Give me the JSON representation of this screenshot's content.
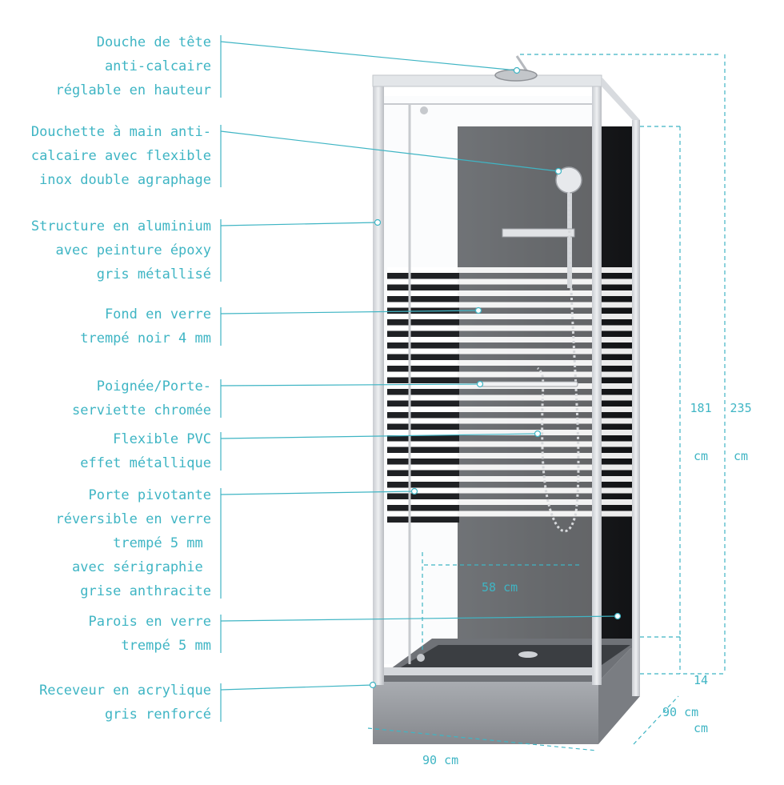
{
  "colors": {
    "accent": "#3fb5c4",
    "frame": "#d6d9de",
    "glass_dark": "#1c1e21",
    "tray": "#9a9da2"
  },
  "callouts": [
    {
      "id": "douche-tete",
      "lines": [
        "Douche de tête",
        "anti-calcaire",
        "réglable en hauteur"
      ]
    },
    {
      "id": "douchette",
      "lines": [
        "Douchette à main anti-",
        "calcaire avec flexible",
        "inox double agraphage"
      ]
    },
    {
      "id": "structure",
      "lines": [
        "Structure en aluminium",
        "avec peinture époxy",
        "gris métallisé"
      ]
    },
    {
      "id": "fond",
      "lines": [
        "Fond en verre",
        "trempé noir 4 mm"
      ]
    },
    {
      "id": "poignee",
      "lines": [
        "Poignée/Porte-",
        "serviette chromée"
      ]
    },
    {
      "id": "flexible",
      "lines": [
        "Flexible PVC",
        "effet métallique"
      ]
    },
    {
      "id": "porte",
      "lines": [
        "Porte pivotante",
        "réversible en verre",
        "trempé 5 mm ",
        "avec sérigraphie ",
        "grise anthracite"
      ]
    },
    {
      "id": "parois",
      "lines": [
        "Parois en verre",
        "trempé 5 mm"
      ]
    },
    {
      "id": "receveur",
      "lines": [
        "Receveur en acrylique",
        "gris renforcé"
      ]
    }
  ],
  "dimensions": {
    "width_front": "90 cm",
    "depth_side": "90 cm",
    "inner_width": "58 cm",
    "wall_height": [
      "181",
      "cm"
    ],
    "total_height": [
      "235",
      "cm"
    ],
    "tray_height": [
      "14",
      "cm"
    ]
  }
}
